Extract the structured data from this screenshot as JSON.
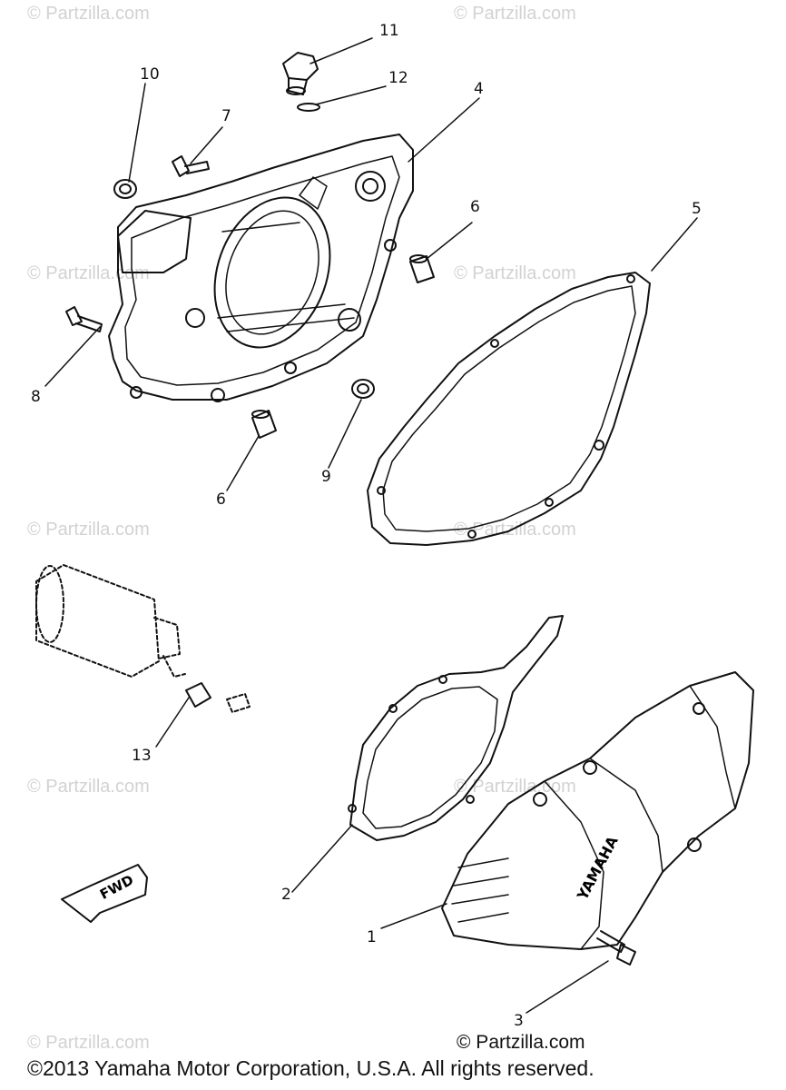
{
  "watermarks": [
    "© Partzilla.com",
    "© Partzilla.com",
    "© Partzilla.com",
    "© Partzilla.com",
    "© Partzilla.com",
    "© Partzilla.com",
    "© Partzilla.com",
    "© Partzilla.com",
    "© Partzilla.com",
    "© Partzilla.com"
  ],
  "callouts": {
    "c1": "1",
    "c2": "2",
    "c3": "3",
    "c4": "4",
    "c5": "5",
    "c6a": "6",
    "c6b": "6",
    "c7": "7",
    "c8": "8",
    "c9": "9",
    "c10": "10",
    "c11": "11",
    "c12": "12",
    "c13": "13"
  },
  "fwd_label": "FWD",
  "cover_logo": "YAMAHA",
  "copyright_partzilla": "© Partzilla.com",
  "copyright_yamaha": "©2013 Yamaha Motor Corporation, U.S.A. All rights reserved.",
  "colors": {
    "line": "#111111",
    "watermark": "#d2d2d2",
    "background": "#ffffff"
  }
}
